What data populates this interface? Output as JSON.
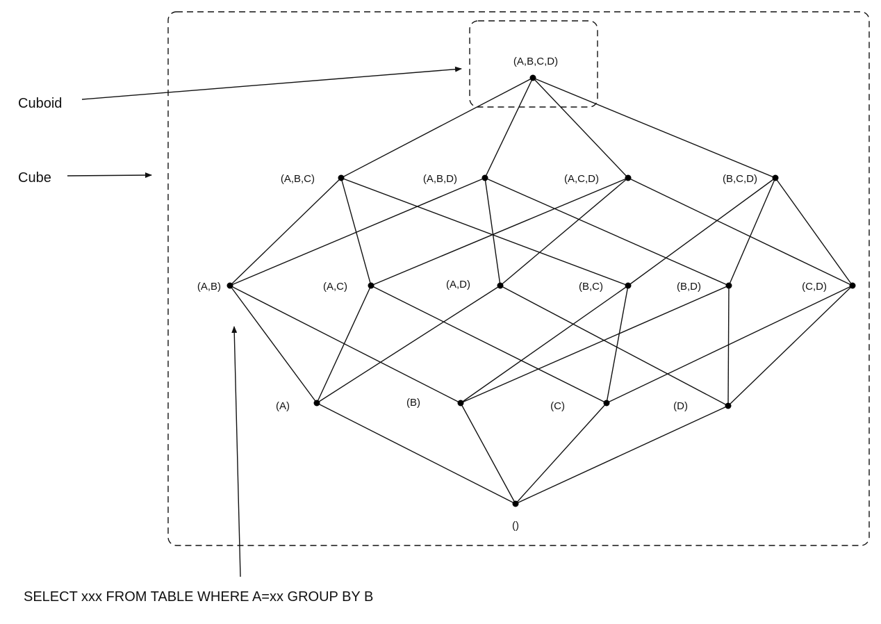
{
  "labels": {
    "cuboid": "Cuboid",
    "cube": "Cube",
    "query": "SELECT xxx FROM TABLE WHERE A=xx GROUP BY B"
  },
  "nodes": [
    {
      "id": "ABCD",
      "label": "(A,B,C,D)"
    },
    {
      "id": "ABC",
      "label": "(A,B,C)"
    },
    {
      "id": "ABD",
      "label": "(A,B,D)"
    },
    {
      "id": "ACD",
      "label": "(A,C,D)"
    },
    {
      "id": "BCD",
      "label": "(B,C,D)"
    },
    {
      "id": "AB",
      "label": "(A,B)"
    },
    {
      "id": "AC",
      "label": "(A,C)"
    },
    {
      "id": "AD",
      "label": "(A,D)"
    },
    {
      "id": "BC",
      "label": "(B,C)"
    },
    {
      "id": "BD",
      "label": "(B,D)"
    },
    {
      "id": "CD",
      "label": "(C,D)"
    },
    {
      "id": "A",
      "label": "(A)"
    },
    {
      "id": "B",
      "label": "(B)"
    },
    {
      "id": "C",
      "label": "(C)"
    },
    {
      "id": "D",
      "label": "(D)"
    },
    {
      "id": "EMPTY",
      "label": "()"
    }
  ],
  "edges": [
    [
      "ABCD",
      "ABC"
    ],
    [
      "ABCD",
      "ABD"
    ],
    [
      "ABCD",
      "ACD"
    ],
    [
      "ABCD",
      "BCD"
    ],
    [
      "ABC",
      "AB"
    ],
    [
      "ABC",
      "AC"
    ],
    [
      "ABC",
      "BC"
    ],
    [
      "ABD",
      "AB"
    ],
    [
      "ABD",
      "AD"
    ],
    [
      "ABD",
      "BD"
    ],
    [
      "ACD",
      "AC"
    ],
    [
      "ACD",
      "AD"
    ],
    [
      "ACD",
      "CD"
    ],
    [
      "BCD",
      "BC"
    ],
    [
      "BCD",
      "BD"
    ],
    [
      "BCD",
      "CD"
    ],
    [
      "AB",
      "A"
    ],
    [
      "AB",
      "B"
    ],
    [
      "AC",
      "A"
    ],
    [
      "AC",
      "C"
    ],
    [
      "AD",
      "A"
    ],
    [
      "AD",
      "D"
    ],
    [
      "BC",
      "B"
    ],
    [
      "BC",
      "C"
    ],
    [
      "BD",
      "B"
    ],
    [
      "BD",
      "D"
    ],
    [
      "CD",
      "C"
    ],
    [
      "CD",
      "D"
    ],
    [
      "A",
      "EMPTY"
    ],
    [
      "B",
      "EMPTY"
    ],
    [
      "C",
      "EMPTY"
    ],
    [
      "D",
      "EMPTY"
    ]
  ]
}
